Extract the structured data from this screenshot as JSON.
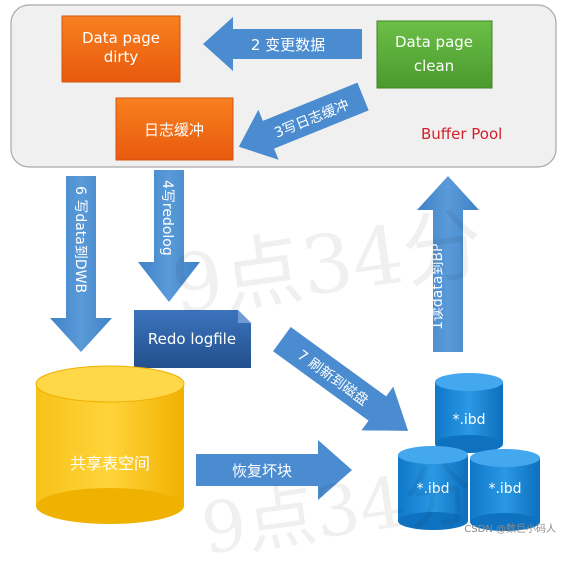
{
  "buffer_pool": {
    "label": "Buffer Pool",
    "label_color": "#d0202a",
    "background": "#f0f0f0",
    "border": "#a8a8a8"
  },
  "boxes": {
    "dirty_line1": "Data page",
    "dirty_line2": "dirty",
    "clean_line1": "Data page",
    "clean_line2": "clean",
    "log_buffer": "日志缓冲",
    "redo_logfile": "Redo logfile",
    "shared_tablespace": "共享表空间",
    "ibd1": "*.ibd",
    "ibd2": "*.ibd",
    "ibd3": "*.ibd"
  },
  "arrows": {
    "step2": "2 变更数据",
    "step3": "3写日志缓冲",
    "step6": "6 写data到DWB",
    "step4": "4写redolog",
    "step1": "1读data到BP",
    "step7": "7 刷新到磁盘",
    "recover": "恢复坏块"
  },
  "colors": {
    "orange": "#f26a17",
    "green": "#5aaa3a",
    "arrow": "#4a8ccf",
    "redo": "#2d63a8",
    "cylinder_yellow": "#f7b800",
    "cylinder_blue": "#1a86d4"
  },
  "watermark": {
    "line1": "9点34分",
    "line2": "9点34分"
  },
  "credit": "CSDN @数巨小码人"
}
